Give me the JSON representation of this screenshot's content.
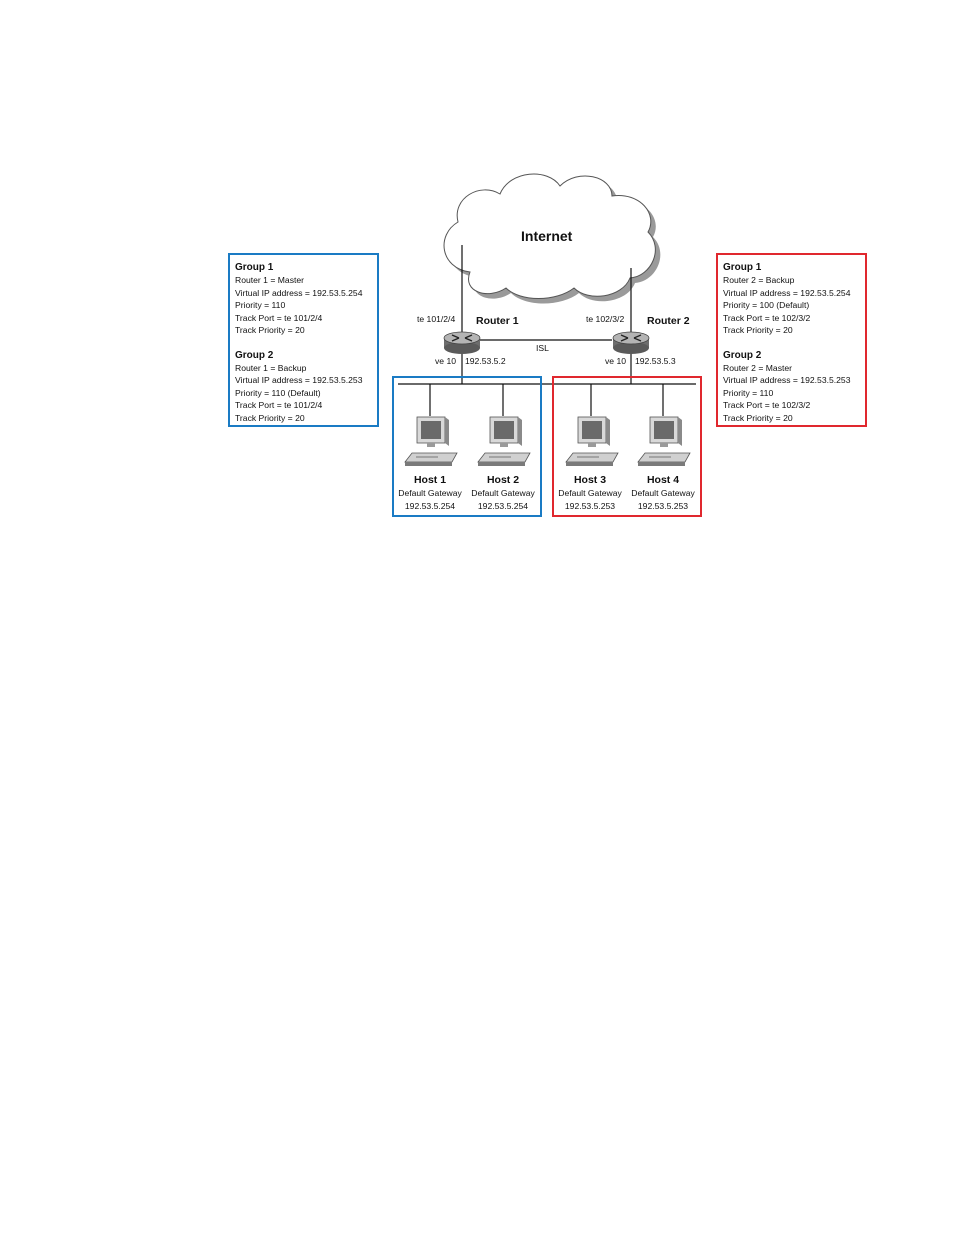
{
  "cloud": {
    "label": "Internet"
  },
  "routers": [
    {
      "name": "Router 1",
      "port": "te 101/2/4",
      "ve": "ve 10",
      "ip": "192.53.5.2"
    },
    {
      "name": "Router 2",
      "port": "te 102/3/2",
      "ve": "ve 10",
      "ip": "192.53.5.3"
    }
  ],
  "isl_label": "ISL",
  "left_panel": {
    "color": "#1a7bc4",
    "groups": [
      {
        "title": "Group 1",
        "lines": [
          "Router 1 = Master",
          "Virtual IP address = 192.53.5.254",
          "Priority = 110",
          "Track Port = te 101/2/4",
          "Track Priority = 20"
        ]
      },
      {
        "title": "Group 2",
        "lines": [
          "Router 1 = Backup",
          "Virtual IP address = 192.53.5.253",
          "Priority = 110 (Default)",
          "Track Port = te 101/2/4",
          "Track Priority = 20"
        ]
      }
    ]
  },
  "right_panel": {
    "color": "#e0282e",
    "groups": [
      {
        "title": "Group 1",
        "lines": [
          "Router 2 = Backup",
          "Virtual IP address = 192.53.5.254",
          "Priority = 100 (Default)",
          "Track Port = te 102/3/2",
          "Track Priority = 20"
        ]
      },
      {
        "title": "Group 2",
        "lines": [
          "Router 2 = Master",
          "Virtual IP address = 192.53.5.253",
          "Priority = 110",
          "Track Port = te 102/3/2",
          "Track Priority = 20"
        ]
      }
    ]
  },
  "hosts": [
    {
      "name": "Host 1",
      "gw_label": "Default Gateway",
      "gw": "192.53.5.254"
    },
    {
      "name": "Host 2",
      "gw_label": "Default Gateway",
      "gw": "192.53.5.254"
    },
    {
      "name": "Host 3",
      "gw_label": "Default Gateway",
      "gw": "192.53.5.253"
    },
    {
      "name": "Host 4",
      "gw_label": "Default Gateway",
      "gw": "192.53.5.253"
    }
  ]
}
